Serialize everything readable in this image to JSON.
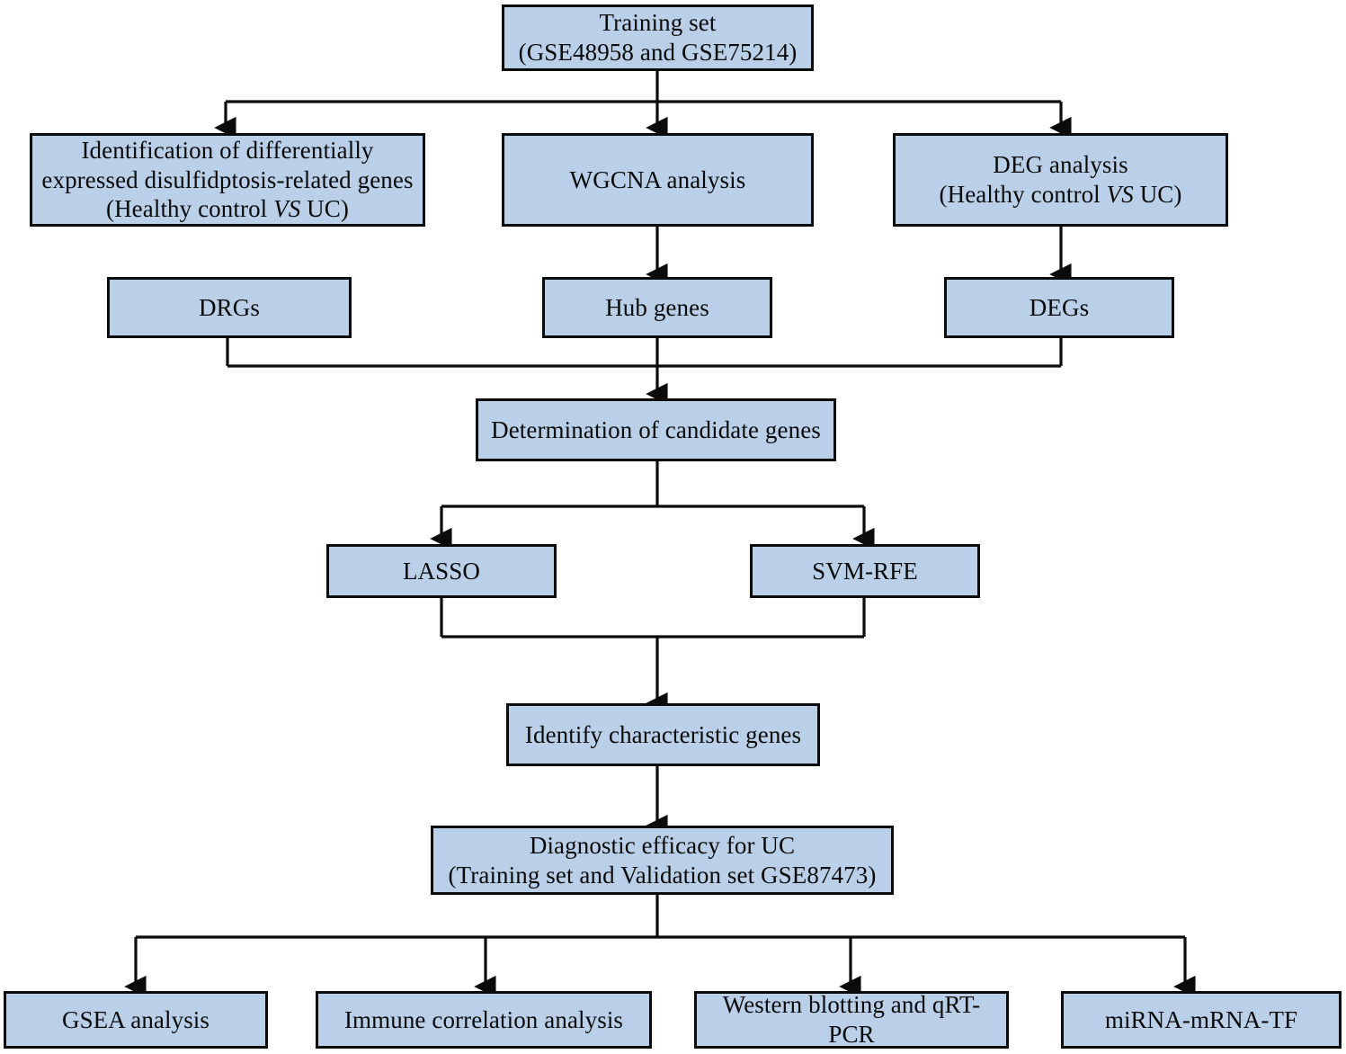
{
  "diagram": {
    "title": "Study workflow flowchart",
    "style": {
      "node_fill": "#bad0e8",
      "node_border": "#0b0b0b",
      "edge_color": "#0b0b0b",
      "background": "#ffffff"
    },
    "nodes": {
      "training_set": {
        "line1": "Training set",
        "line2": "(GSE48958 and GSE75214)"
      },
      "drg_identification": {
        "line1": "Identification of differentially",
        "line2": "expressed disulfidptosis-related genes",
        "line3_pre": "(Healthy control ",
        "line3_em": "VS",
        "line3_post": " UC)"
      },
      "wgcna_analysis": {
        "label": "WGCNA analysis"
      },
      "deg_analysis": {
        "line1": "DEG analysis",
        "line2_pre": "(Healthy control ",
        "line2_em": "VS",
        "line2_post": " UC)"
      },
      "drgs": {
        "label": "DRGs"
      },
      "hub_genes": {
        "label": "Hub genes"
      },
      "degs": {
        "label": "DEGs"
      },
      "candidate_genes": {
        "label": "Determination of candidate genes"
      },
      "lasso": {
        "label": "LASSO"
      },
      "svm_rfe": {
        "label": "SVM-RFE"
      },
      "characteristic_genes": {
        "label": "Identify characteristic genes"
      },
      "diagnostic_efficacy": {
        "line1": "Diagnostic efficacy for UC",
        "line2": "(Training set and Validation set GSE87473)"
      },
      "gsea_analysis": {
        "label": "GSEA analysis"
      },
      "immune_correlation": {
        "label": "Immune correlation analysis"
      },
      "western_qrtpcr": {
        "label": "Western blotting and qRT-PCR"
      },
      "mirna_mrna_tf": {
        "label": "miRNA-mRNA-TF"
      }
    },
    "edges": [
      {
        "from": "training_set",
        "to": "drg_identification",
        "kind": "split-arrow"
      },
      {
        "from": "training_set",
        "to": "wgcna_analysis",
        "kind": "split-arrow"
      },
      {
        "from": "training_set",
        "to": "deg_analysis",
        "kind": "split-arrow"
      },
      {
        "from": "wgcna_analysis",
        "to": "hub_genes",
        "kind": "straight-arrow"
      },
      {
        "from": "deg_analysis",
        "to": "degs",
        "kind": "straight-arrow"
      },
      {
        "from": "drgs",
        "to": "candidate_genes",
        "kind": "merge-arrow"
      },
      {
        "from": "hub_genes",
        "to": "candidate_genes",
        "kind": "merge-arrow"
      },
      {
        "from": "degs",
        "to": "candidate_genes",
        "kind": "merge-arrow"
      },
      {
        "from": "candidate_genes",
        "to": "lasso",
        "kind": "split-arrow"
      },
      {
        "from": "candidate_genes",
        "to": "svm_rfe",
        "kind": "split-arrow"
      },
      {
        "from": "lasso",
        "to": "characteristic_genes",
        "kind": "merge-arrow"
      },
      {
        "from": "svm_rfe",
        "to": "characteristic_genes",
        "kind": "merge-arrow"
      },
      {
        "from": "characteristic_genes",
        "to": "diagnostic_efficacy",
        "kind": "straight-arrow"
      },
      {
        "from": "diagnostic_efficacy",
        "to": "gsea_analysis",
        "kind": "split-arrow"
      },
      {
        "from": "diagnostic_efficacy",
        "to": "immune_correlation",
        "kind": "split-arrow"
      },
      {
        "from": "diagnostic_efficacy",
        "to": "western_qrtpcr",
        "kind": "split-arrow"
      },
      {
        "from": "diagnostic_efficacy",
        "to": "mirna_mrna_tf",
        "kind": "split-arrow"
      }
    ]
  }
}
